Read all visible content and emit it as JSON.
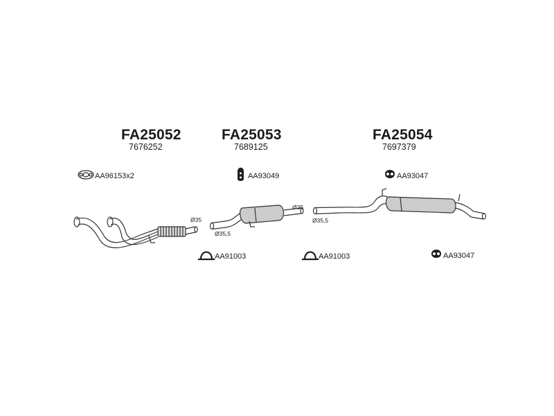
{
  "groups": [
    {
      "code": "FA25052",
      "number": "7676252"
    },
    {
      "code": "FA25053",
      "number": "7689125"
    },
    {
      "code": "FA25054",
      "number": "7697379"
    }
  ],
  "accessories": {
    "gasket": "AA96153x2",
    "mount_front": "AA93049",
    "mount_rear": "AA93047",
    "clamp_a": "AA91003",
    "clamp_b": "AA91003",
    "mount_tail": "AA93047"
  },
  "dimensions": {
    "d1": "Ø35",
    "d2": "Ø35,5",
    "d3": "Ø35",
    "d4": "Ø35,5"
  },
  "colors": {
    "line": "#333333",
    "fill": "#cccccc"
  }
}
